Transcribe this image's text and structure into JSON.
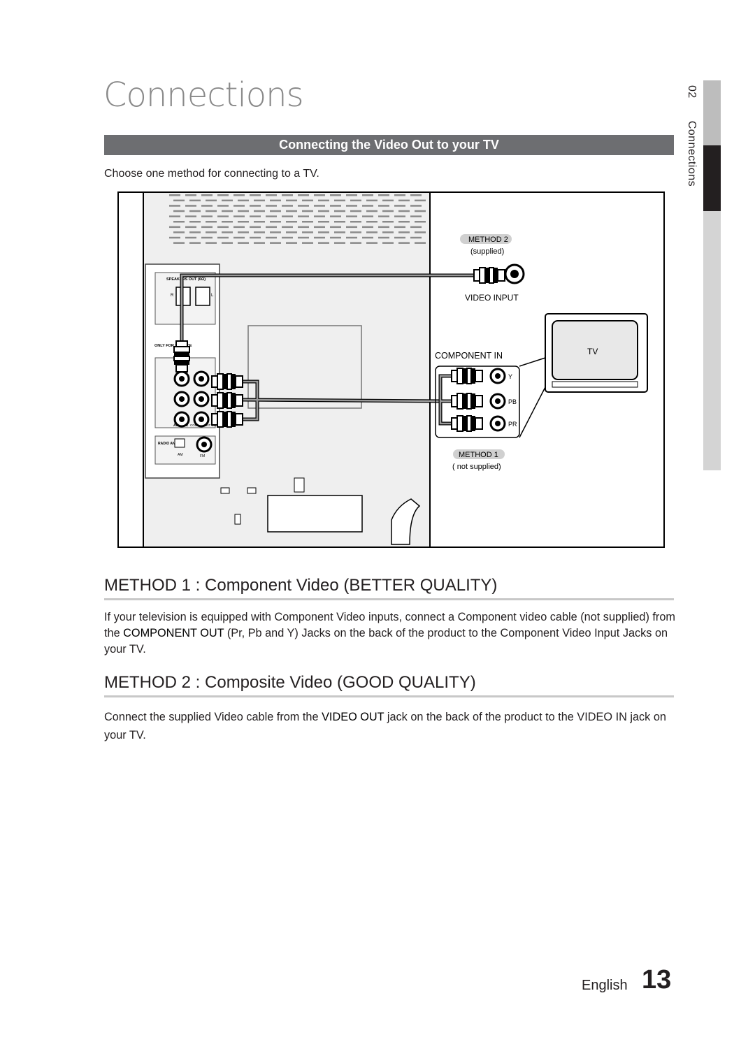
{
  "page": {
    "title": "Connections",
    "section_title": "Connecting the Video Out to your TV",
    "intro": "Choose one method for connecting to a TV."
  },
  "side_tab": {
    "chapter": "02",
    "label": "Connections"
  },
  "diagram": {
    "speakers_out": "SPEAKERS OUT (6Ω)",
    "only_for_service": "ONLY FOR SERVICE",
    "aux_in": "AUX IN 2",
    "component_out": "COMPONENT OUT",
    "radio_ant": "RADIO ANT",
    "am": "AM",
    "fm": "FM",
    "r": "R",
    "l": "L",
    "method2": "METHOD 2",
    "supplied": "(supplied)",
    "video_input": "VIDEO INPUT",
    "component_in": "COMPONENT IN",
    "y": "Y",
    "pb": "PB",
    "pr": "PR",
    "tv": "TV",
    "method1": "METHOD 1",
    "not_supplied": "( not supplied)"
  },
  "method1": {
    "heading": "METHOD 1 : Component Video (BETTER QUALITY)",
    "text_a": "If your television is equipped with Component Video inputs, connect a Component video cable (not supplied) from the ",
    "bold": "COMPONENT  OUT",
    "text_b": " (Pr, Pb and Y) Jacks on the back of the product to the Component Video Input Jacks on your TV."
  },
  "method2": {
    "heading": "METHOD 2 : Composite Video (GOOD QUALITY)",
    "text_a": "Connect the supplied Video cable from the ",
    "bold": "VIDEO OUT",
    "text_b": " jack on the back of the product to the VIDEO IN jack on your TV."
  },
  "footer": {
    "language": "English",
    "page_number": "13"
  }
}
